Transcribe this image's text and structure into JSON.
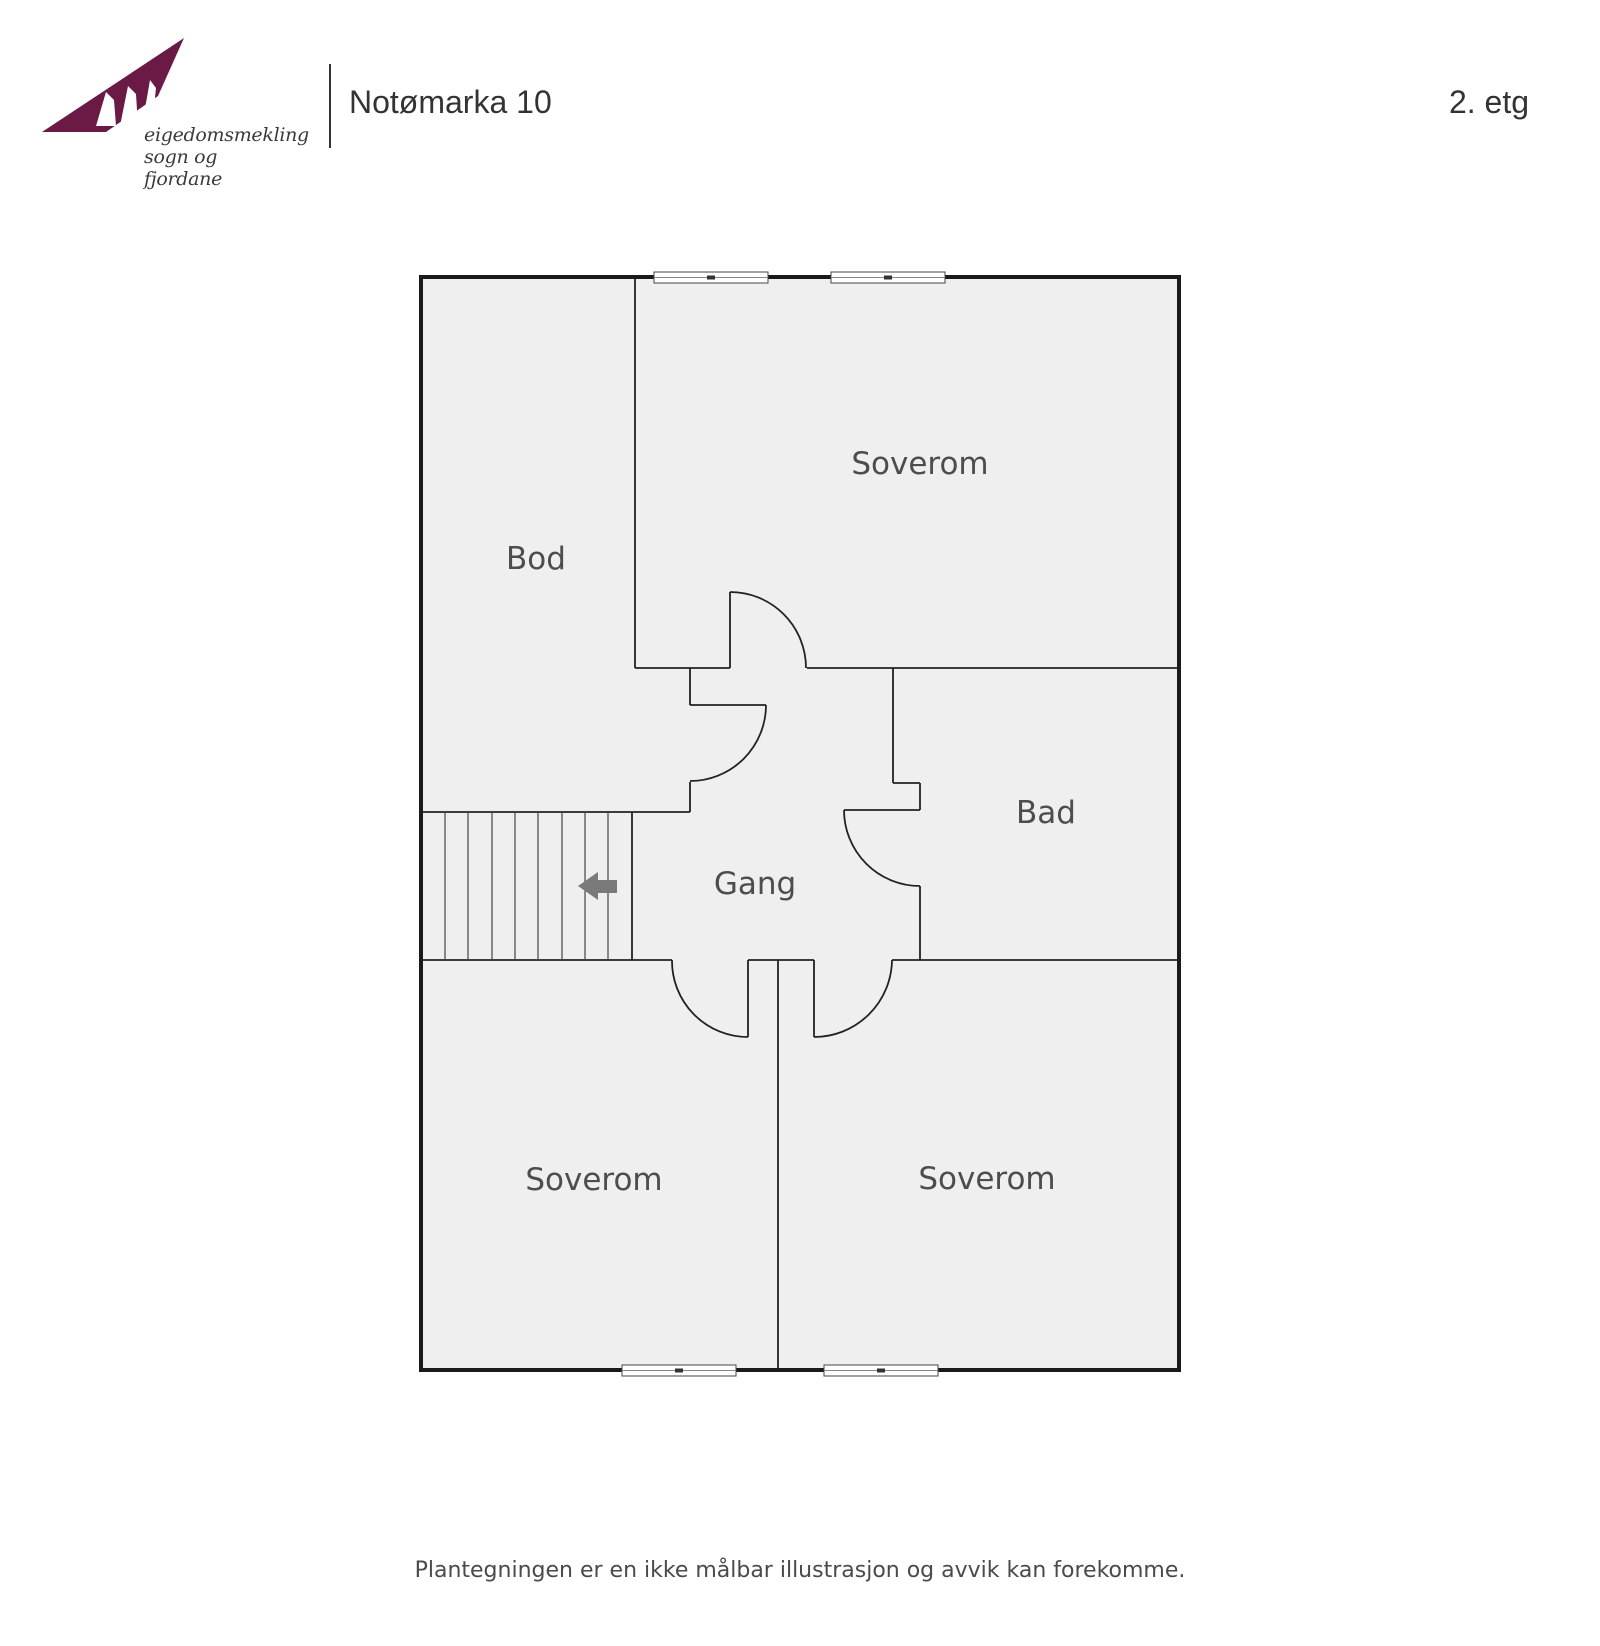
{
  "header": {
    "logo_line1": "eigedomsmekling",
    "logo_line2": "sogn og fjordane",
    "address": "Notømarka 10",
    "floor": "2. etg",
    "brand_color": "#6b1a45"
  },
  "rooms": [
    {
      "name": "Soverom"
    },
    {
      "name": "Bod"
    },
    {
      "name": "Bad"
    },
    {
      "name": "Gang"
    },
    {
      "name": "Soverom"
    },
    {
      "name": "Soverom"
    }
  ],
  "footer": {
    "disclaimer": "Plantegningen er en ikke målbar illustrasjon og avvik kan forekomme."
  },
  "colors": {
    "floor_fill": "#efefef",
    "wall": "#222222"
  }
}
